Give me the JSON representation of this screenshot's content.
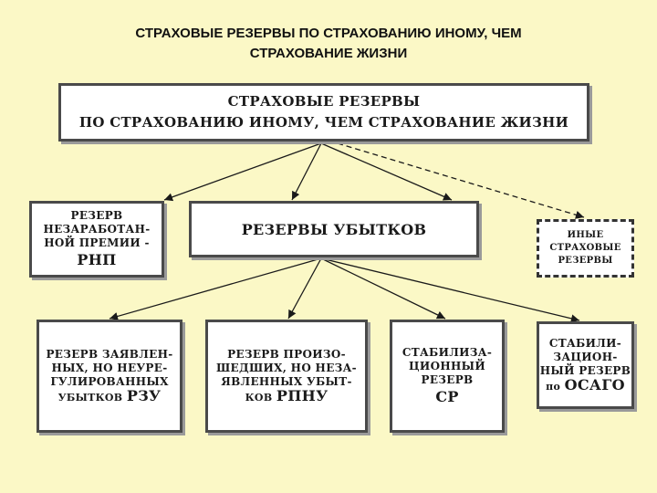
{
  "title": {
    "line1": "СТРАХОВЫЕ РЕЗЕРВЫ ПО СТРАХОВАНИЮ ИНОМУ, ЧЕМ",
    "line2": "СТРАХОВАНИЕ ЖИЗНИ"
  },
  "diagram": {
    "root": {
      "line1": "СТРАХОВЫЕ РЕЗЕРВЫ",
      "line2": "ПО СТРАХОВАНИЮ ИНОМУ, ЧЕМ СТРАХОВАНИЕ ЖИЗНИ"
    },
    "rnp": {
      "line1": "РЕЗЕРВ",
      "line2": "НЕЗАРАБОТАН-",
      "line3": "НОЙ ПРЕМИИ -",
      "line4": "РНП"
    },
    "losses": {
      "label": "РЕЗЕРВЫ УБЫТКОВ"
    },
    "other": {
      "line1": "ИНЫЕ",
      "line2": "СТРАХОВЫЕ",
      "line3": "РЕЗЕРВЫ"
    },
    "rzu": {
      "line1": "РЕЗЕРВ ЗАЯВЛЕН-",
      "line2": "НЫХ, НО НЕУРЕ-",
      "line3": "ГУЛИРОВАННЫХ",
      "line4_prefix": "УБЫТКОВ",
      "line4_abbr": "РЗУ"
    },
    "rpnu": {
      "line1": "РЕЗЕРВ ПРОИЗО-",
      "line2": "ШЕДШИХ, НО НЕЗА-",
      "line3": "ЯВЛЕННЫХ УБЫТ-",
      "line4_prefix": "КОВ",
      "line4_abbr": "РПНУ"
    },
    "sr": {
      "line1": "СТАБИЛИЗА-",
      "line2": "ЦИОННЫЙ",
      "line3": "РЕЗЕРВ",
      "line4": "СР"
    },
    "osago": {
      "line1": "СТАБИЛИ-",
      "line2": "ЗАЦИОН-",
      "line3": "НЫЙ РЕЗЕРВ",
      "line4_prefix": "по",
      "line4_abbr": "ОСАГО"
    }
  }
}
